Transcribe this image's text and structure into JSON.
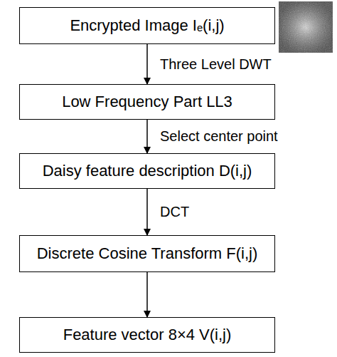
{
  "diagram": {
    "nodes": [
      {
        "text": [
          "Encrypted  Image Iₑ(i,j)"
        ]
      },
      {
        "text": [
          "Low Frequency Part LL3"
        ]
      },
      {
        "text": [
          "Daisy feature description D(i,j)"
        ]
      },
      {
        "text": [
          "Discrete Cosine Transform F(i,j)"
        ]
      },
      {
        "text": [
          "Feature vector 8×4  V(i,j)"
        ]
      }
    ],
    "edges": [
      {
        "from": 0,
        "to": 1,
        "arrow": "to",
        "label": "Three Level DWT"
      },
      {
        "from": 1,
        "to": 2,
        "arrow": "to",
        "label": "Select center point"
      },
      {
        "from": 2,
        "to": 3,
        "arrow": "to",
        "label": "DCT"
      },
      {
        "from": 3,
        "to": 4,
        "arrow": "to"
      }
    ]
  }
}
